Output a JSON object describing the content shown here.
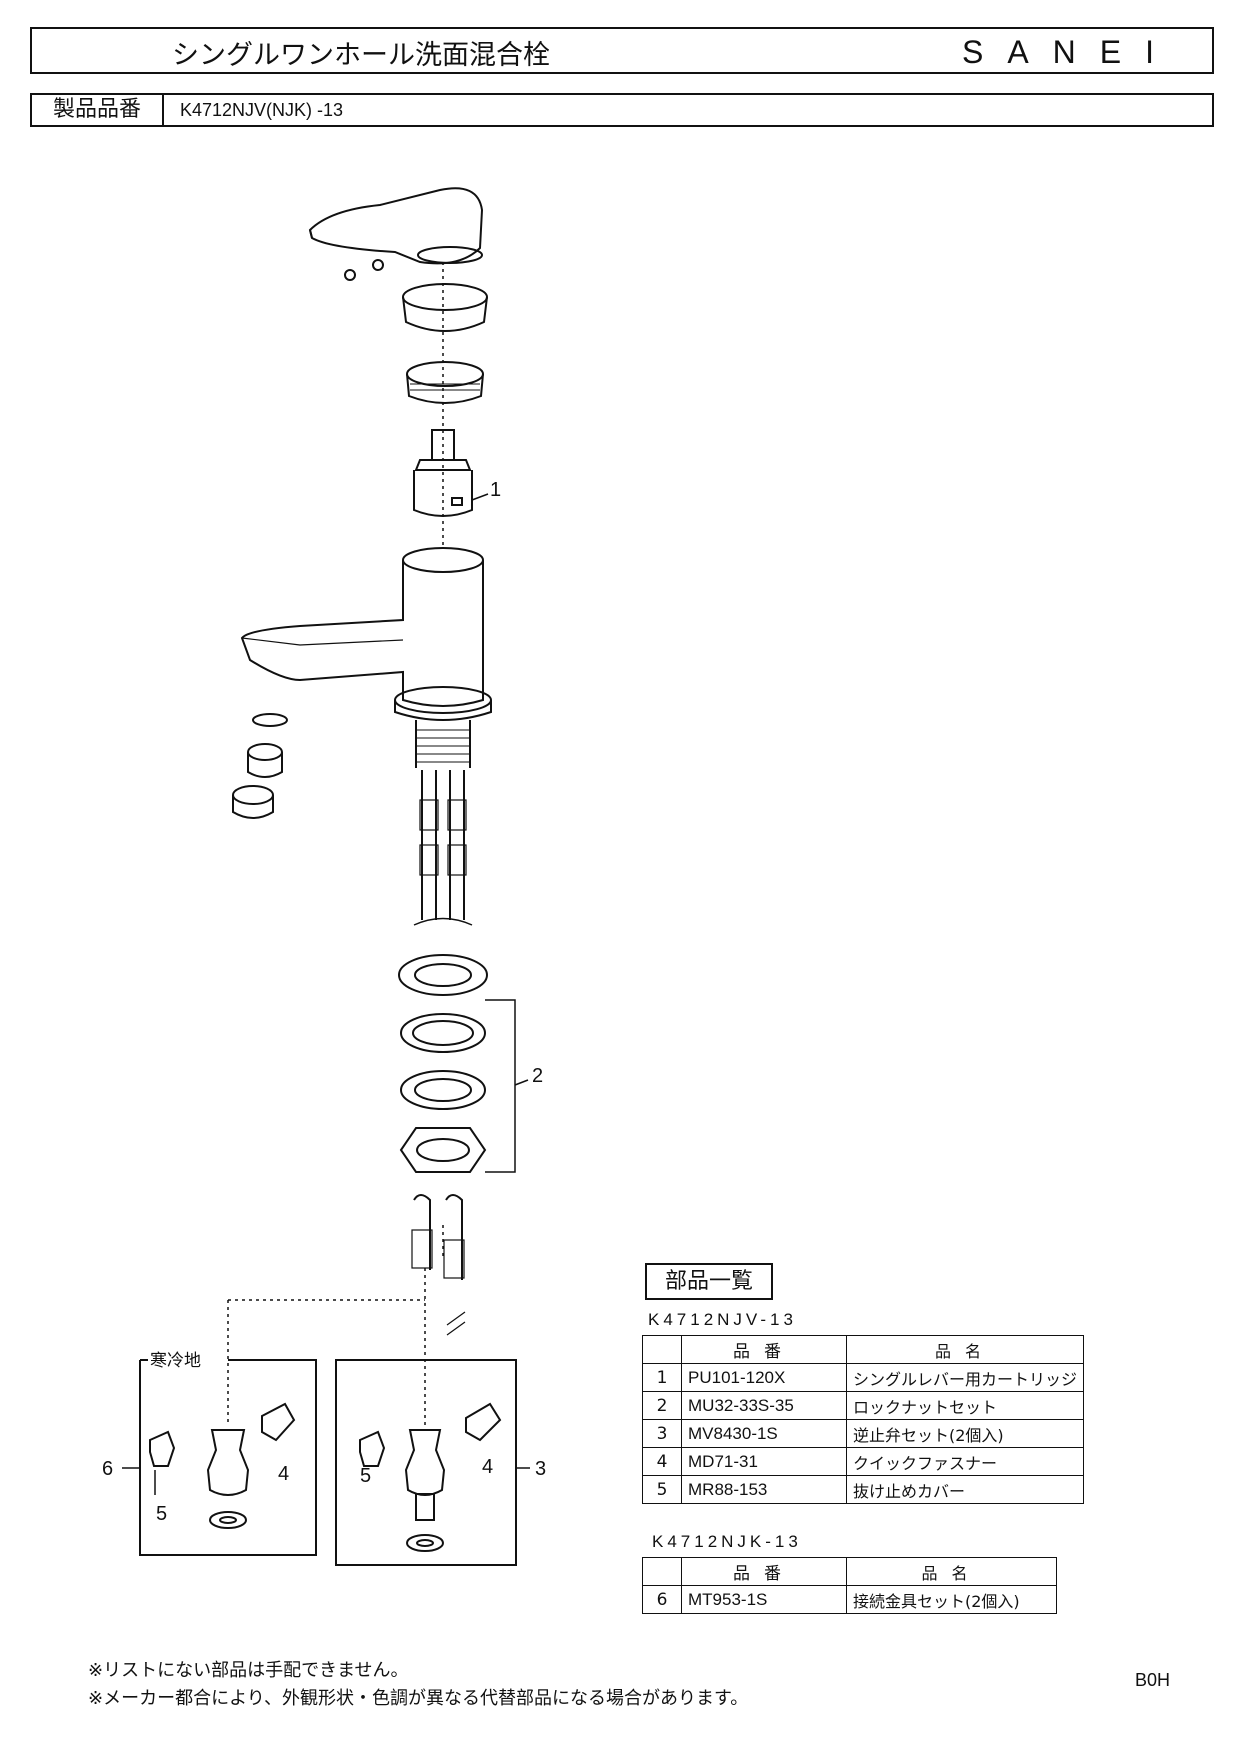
{
  "header": {
    "title": "シングルワンホール洗面混合栓",
    "brand": "SANEI",
    "model_label": "製品品番",
    "model_value": "K4712NJV(NJK) -13"
  },
  "diagram": {
    "callouts": [
      "1",
      "2",
      "3",
      "4",
      "5",
      "6"
    ],
    "cold_region_label": "寒冷地"
  },
  "parts_list": {
    "heading": "部品一覧",
    "tables": [
      {
        "caption": "K4712NJV-13",
        "headers": [
          "品番",
          "品名"
        ],
        "rows": [
          {
            "no": "1",
            "code": "PU101-120X",
            "name": "シングルレバー用カートリッジ"
          },
          {
            "no": "2",
            "code": "MU32-33S-35",
            "name": "ロックナットセット"
          },
          {
            "no": "3",
            "code": "MV8430-1S",
            "name": "逆止弁セット(2個入)"
          },
          {
            "no": "4",
            "code": "MD71-31",
            "name": "クイックファスナー"
          },
          {
            "no": "5",
            "code": "MR88-153",
            "name": "抜け止めカバー"
          }
        ]
      },
      {
        "caption": "K4712NJK-13",
        "headers": [
          "品番",
          "品名"
        ],
        "rows": [
          {
            "no": "6",
            "code": "MT953-1S",
            "name": "接続金具セット(2個入)"
          }
        ]
      }
    ]
  },
  "notes": [
    "※リストにない部品は手配できません。",
    "※メーカー都合により、外観形状・色調が異なる代替部品になる場合があります。"
  ],
  "page_code": "B0H"
}
